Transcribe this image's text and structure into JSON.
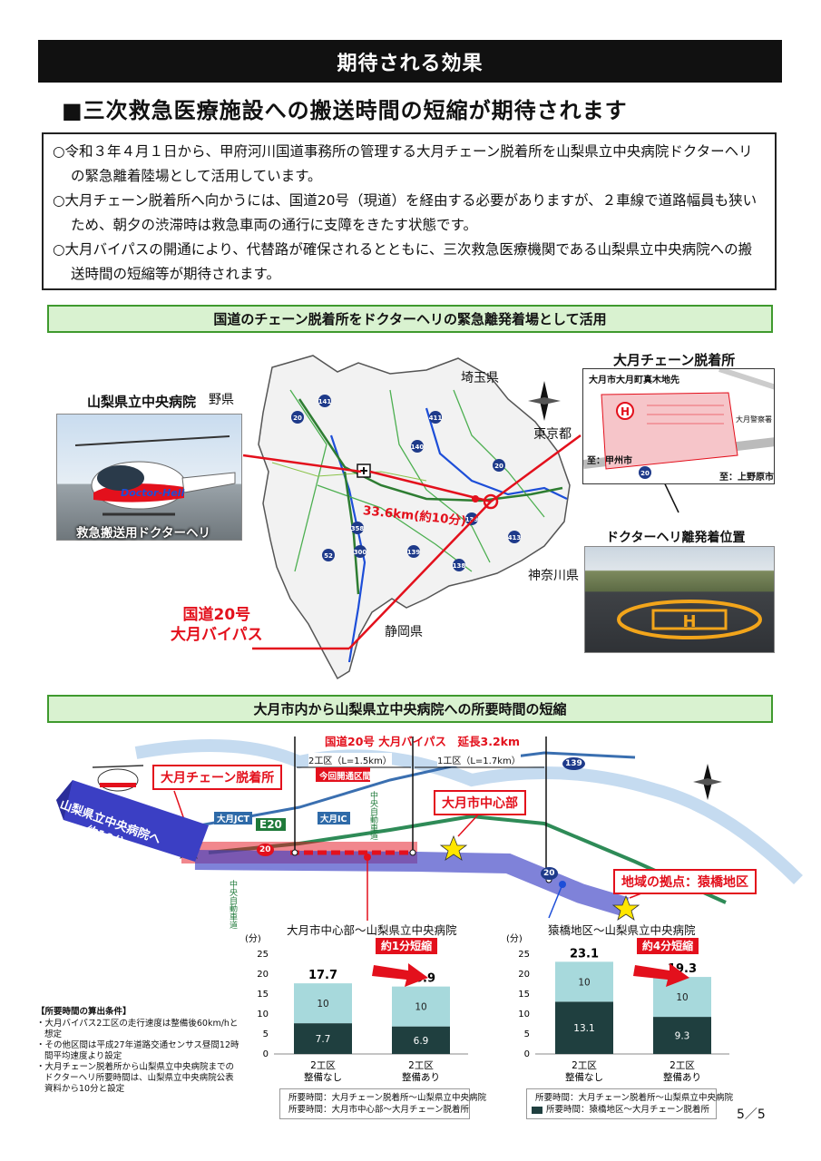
{
  "header": {
    "title": "期待される効果"
  },
  "section": {
    "title": "■三次救急医療施設への搬送時間の短縮が期待されます"
  },
  "bullets": [
    "○令和３年４月１日から、甲府河川国道事務所の管理する大月チェーン脱着所を山梨県立中央病院ドクターヘリの緊急離着陸場として活用しています。",
    "○大月チェーン脱着所へ向かうには、国道20号（現道）を経由する必要がありますが、２車線で道路幅員も狭いため、朝夕の渋滞時は救急車両の通行に支障をきたす状態です。",
    "○大月バイパスの開通により、代替路が確保されるとともに、三次救急医療機関である山梨県立中央病院への搬送時間の短縮等が期待されます。"
  ],
  "banner1": {
    "title": "国道のチェーン脱着所をドクターヘリの緊急離発着場として活用"
  },
  "map1": {
    "hospital_label": "山梨県立中央病院",
    "heli_caption": "救急搬送用ドクターヘリ",
    "distance_label": "33.6km(約10分)",
    "route_label_line1": "国道20号",
    "route_label_line2": "大月バイパス",
    "pref_nagano": "野県",
    "pref_saitama": "埼玉県",
    "pref_tokyo": "東京都",
    "pref_kanagawa": "神奈川県",
    "pref_shizuoka": "静岡県",
    "route_numbers": [
      "141",
      "20",
      "411",
      "140",
      "20",
      "358",
      "300",
      "52",
      "139",
      "138",
      "413",
      "139"
    ],
    "chain_station_title": "大月チェーン脱着所",
    "chain_station_address": "大月市大月町真木地先",
    "inset_police": "大月警察署",
    "inset_to_kofu": "至：甲州市",
    "inset_to_uenohara": "至：上野原市",
    "inset_route": "20",
    "heliport_caption": "ドクターヘリ離発着位置",
    "heli_text": "Doctor-Heli"
  },
  "banner2": {
    "title": "大月市内から山梨県立中央病院への所要時間の短縮"
  },
  "map2": {
    "bypass_title": "国道20号 大月バイパス　延長3.2km",
    "section2": "2工区（L=1.5km）",
    "section1": "1工区（L=1.7km）",
    "open_section": "今回開通区間",
    "chain_callout": "大月チェーン脱着所",
    "center_callout": "大月市中心部",
    "saruhashi_callout": "地域の拠点：猿橋地区",
    "arrow_label_line1": "山梨県立中央病院へ",
    "arrow_label_line2": "約10分",
    "jct": "大月JCT",
    "ic": "大月IC",
    "e20": "E20",
    "r20": "20",
    "r139": "139",
    "chuo_expwy": "中央自動車道",
    "chuo_expwy2": "中央自動車道"
  },
  "conditions": {
    "title": "【所要時間の算出条件】",
    "items": [
      "・大月バイパス2工区の走行速度は整備後60km/hと想定",
      "・その他区間は平成27年道路交通センサス昼間12時間平均速度より設定",
      "・大月チェーン脱着所から山梨県立中央病院までのドクターヘリ所要時間は、山梨県立中央病院公表資料から10分と設定"
    ]
  },
  "chart_data": [
    {
      "type": "bar",
      "stacked": true,
      "title": "大月市中心部～山梨県立中央病院",
      "ylabel": "(分)",
      "ylim": [
        0,
        25
      ],
      "yticks": [
        0,
        5,
        10,
        15,
        20,
        25
      ],
      "categories": [
        "2工区\n整備なし",
        "2工区\n整備あり"
      ],
      "category_lines": [
        [
          "2工区",
          "整備なし"
        ],
        [
          "2工区",
          "整備あり"
        ]
      ],
      "series": [
        {
          "name": "所要時間：大月市中心部～大月チェーン脱着所",
          "values": [
            7.7,
            6.9
          ],
          "color": "#1f3f3f"
        },
        {
          "name": "所要時間：大月チェーン脱着所～山梨県立中央病院",
          "values": [
            10,
            10
          ],
          "color": "#a7d9dc"
        }
      ],
      "totals": [
        "17.7",
        "16.9"
      ],
      "annotation": "約1分短縮"
    },
    {
      "type": "bar",
      "stacked": true,
      "title": "猿橋地区～山梨県立中央病院",
      "ylabel": "(分)",
      "ylim": [
        0,
        25
      ],
      "yticks": [
        0,
        5,
        10,
        15,
        20,
        25
      ],
      "categories": [
        "2工区\n整備なし",
        "2工区\n整備あり"
      ],
      "category_lines": [
        [
          "2工区",
          "整備なし"
        ],
        [
          "2工区",
          "整備あり"
        ]
      ],
      "series": [
        {
          "name": "所要時間：猿橋地区～大月チェーン脱着所",
          "values": [
            13.1,
            9.3
          ],
          "color": "#1f3f3f"
        },
        {
          "name": "所要時間：大月チェーン脱着所～山梨県立中央病院",
          "values": [
            10,
            10
          ],
          "color": "#a7d9dc"
        }
      ],
      "totals": [
        "23.1",
        "19.3"
      ],
      "annotation": "約4分短縮"
    }
  ],
  "colors": {
    "accent_red": "#e3101c",
    "banner_green": "#d9f2d0",
    "bar_dark": "#1f3f3f",
    "bar_light": "#a7d9dc",
    "route_blue": "#3b3fc4"
  },
  "page": {
    "number": "5／5"
  }
}
